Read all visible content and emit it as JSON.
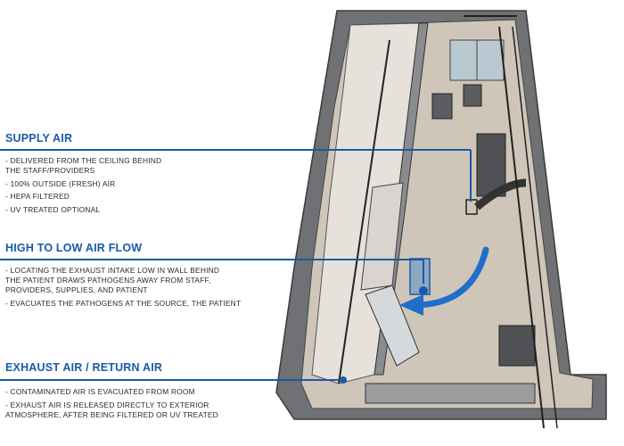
{
  "sections": [
    {
      "title": "SUPPLY AIR",
      "bullets": [
        "- DELIVERED FROM THE CEILING BEHIND\n  THE STAFF/PROVIDERS",
        "- 100% OUTSIDE (FRESH) AIR",
        "- HEPA FILTERED",
        "- UV TREATED OPTIONAL"
      ]
    },
    {
      "title": "HIGH TO LOW AIR FLOW",
      "bullets": [
        "- LOCATING THE EXHAUST INTAKE LOW IN WALL BEHIND\n  THE PATIENT DRAWS PATHOGENS AWAY FROM STAFF,\n  PROVIDERS, SUPPLIES, AND PATIENT",
        "- EVACUATES THE PATHOGENS AT THE SOURCE, THE PATIENT"
      ]
    },
    {
      "title": "EXHAUST AIR / RETURN AIR",
      "bullets": [
        "- CONTAMINATED AIR IS EVACUATED FROM ROOM",
        "- EXHAUST AIR IS  RELEASED DIRECTLY TO EXTERIOR\n  ATMOSPHERE,  AFTER BEING  FILTERED OR UV TREATED"
      ]
    }
  ],
  "colors": {
    "accent": "#1a5aa8",
    "wall": "#6b6d70",
    "floor": "#c9beb2"
  }
}
